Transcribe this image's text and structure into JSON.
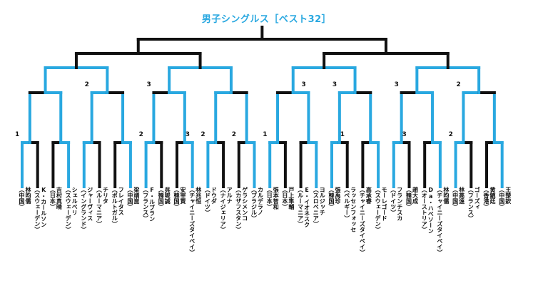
{
  "title": "男子シングルス［ベスト32］",
  "colors": {
    "accent": "#29a8e0",
    "line": "#111111"
  },
  "players": [
    {
      "name": "林昀儒",
      "country": "（中国）"
    },
    {
      "name": "K・カールソン",
      "country": "（スウェーデン）"
    },
    {
      "name": "吉村真晴",
      "country": "（日本）"
    },
    {
      "name": "シェルベリ",
      "country": "（スウェーデン）"
    },
    {
      "name": "ジャーヴィス",
      "country": "（イングランド）"
    },
    {
      "name": "チリタ",
      "country": "（ルーマニア）"
    },
    {
      "name": "フレイタス",
      "country": "（ポルトガル）"
    },
    {
      "name": "梁靖崑",
      "country": "（中国）"
    },
    {
      "name": "F・ルブラン",
      "country": "（フランス）"
    },
    {
      "name": "呉晙誠",
      "country": "（韓国）"
    },
    {
      "name": "安宰賢",
      "country": "（韓国）"
    },
    {
      "name": "林兆恒",
      "country": "（チャイニーズタイペイ）"
    },
    {
      "name": "ドウダ",
      "country": "（ドイツ）"
    },
    {
      "name": "アルナ",
      "country": "（ナイジェリア）"
    },
    {
      "name": "ゲラシメンコ",
      "country": "（カザフスタン）"
    },
    {
      "name": "カルデラノ",
      "country": "（ブラジル）"
    },
    {
      "name": "張本智和",
      "country": "（日本）"
    },
    {
      "name": "戸上隼輔",
      "country": "（日本）"
    },
    {
      "name": "E・イオネスク",
      "country": "（ルーマニア）"
    },
    {
      "name": "ヨルジッチ",
      "country": "（スロベニア）"
    },
    {
      "name": "張禹珍",
      "country": "（韓国）"
    },
    {
      "name": "ラッセンフォッセ",
      "country": "（ベルギー）"
    },
    {
      "name": "高承睿",
      "country": "（チャイニーズタイペイ）"
    },
    {
      "name": "モーレゴード",
      "country": "（スウェーデン）"
    },
    {
      "name": "フランチスカ",
      "country": "（ドイツ）"
    },
    {
      "name": "趙大成",
      "country": "（韓国）"
    },
    {
      "name": "Da・ハベソーン",
      "country": "（オーストリア）"
    },
    {
      "name": "林昀儒",
      "country": "（チャイニーズタイペイ）"
    },
    {
      "name": "林高遠",
      "country": "（中国）"
    },
    {
      "name": "ゴーズィ",
      "country": "（フランス）"
    },
    {
      "name": "黄鎮廷",
      "country": "（香港）"
    },
    {
      "name": "王楚欽",
      "country": "（中国）"
    }
  ],
  "scores": [
    {
      "round": 1,
      "match": 0,
      "side": "L",
      "text": "1"
    },
    {
      "round": 1,
      "match": 4,
      "side": "L",
      "text": "2"
    },
    {
      "round": 1,
      "match": 5,
      "side": "R",
      "text": "3"
    },
    {
      "round": 1,
      "match": 6,
      "side": "L",
      "text": "2"
    },
    {
      "round": 1,
      "match": 7,
      "side": "L",
      "text": "2"
    },
    {
      "round": 1,
      "match": 8,
      "side": "L",
      "text": "1"
    },
    {
      "round": 1,
      "match": 10,
      "side": "R",
      "text": "1"
    },
    {
      "round": 1,
      "match": 12,
      "side": "R",
      "text": "3"
    },
    {
      "round": 1,
      "match": 14,
      "side": "L",
      "text": "2"
    },
    {
      "round": 2,
      "match": 1,
      "side": "L",
      "text": "2"
    },
    {
      "round": 2,
      "match": 2,
      "side": "L",
      "text": "3"
    },
    {
      "round": 2,
      "match": 4,
      "side": "R",
      "text": "3"
    },
    {
      "round": 2,
      "match": 5,
      "side": "L",
      "text": "3"
    },
    {
      "round": 2,
      "match": 6,
      "side": "L",
      "text": "3"
    },
    {
      "round": 2,
      "match": 7,
      "side": "L",
      "text": "2"
    }
  ]
}
